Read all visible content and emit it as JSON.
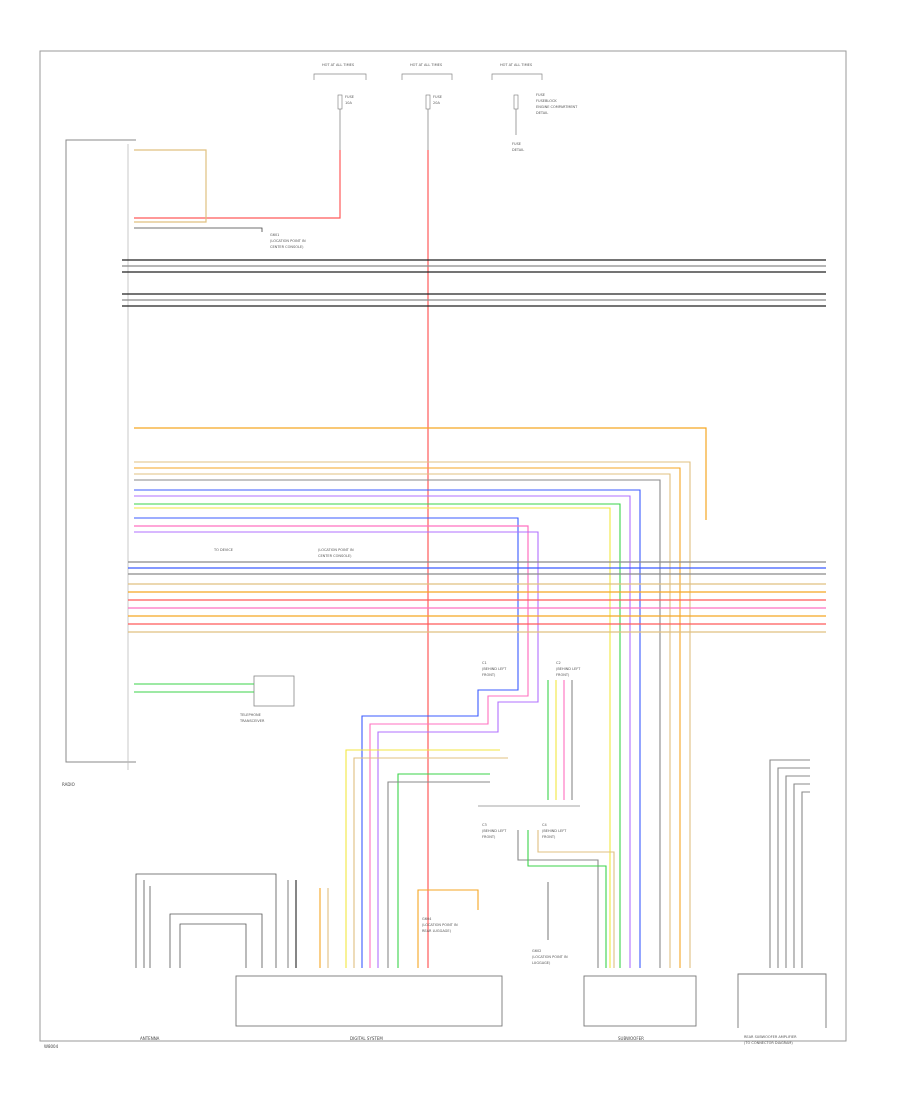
{
  "fuse_boxes": [
    {
      "label": "HOT AT ALL TIMES",
      "lines": [
        "FUSE",
        "10A"
      ]
    },
    {
      "label": "HOT AT ALL TIMES",
      "lines": [
        "FUSE",
        "20A"
      ]
    },
    {
      "label": "HOT AT ALL TIMES",
      "lines": [
        "FUSE",
        "FUSEBLOCK",
        "ENGINE COMPARTMENT",
        "DETAIL"
      ]
    }
  ],
  "fuse_extra": [
    "FUSE",
    "DETAIL"
  ],
  "ground_labels": {
    "upper": [
      "G601",
      "(LOCATION POINT IN",
      "CENTER CONSOLE)"
    ],
    "mid": [
      "TO DEVICE",
      "(LOCATION POINT IN",
      "CENTER CONSOLE)"
    ],
    "amp": [
      "G604",
      "(LOCATION POINT IN",
      "REAR LUGGAGE)"
    ],
    "sub": [
      "G602",
      "(LOCATION POINT IN",
      "LUGGAGE)"
    ]
  },
  "connector_labels": [
    {
      "lines": [
        "C1",
        "(BEHIND LEFT",
        "FRONT)"
      ]
    },
    {
      "lines": [
        "C2",
        "(BEHIND LEFT",
        "FRONT)"
      ]
    },
    {
      "lines": [
        "C3",
        "(BEHIND LEFT",
        "FRONT)"
      ]
    },
    {
      "lines": [
        "C4",
        "(BEHIND LEFT",
        "FRONT)"
      ]
    }
  ],
  "small_box_label": [
    "TELEPHONE",
    "TRANSCEIVER"
  ],
  "components": {
    "radio": "RADIO",
    "antenna": "ANTENNA",
    "amplifier": "DIGITAL SYSTEM",
    "subwoofer": "SUBWOOFER",
    "rear": [
      "REAR SUBWOOFER AMPLIFIER",
      "(TO CONNECTOR DIAGRAM)"
    ]
  },
  "wire_colors": {
    "red": "#ff5a5a",
    "orange": "#f5a623",
    "tan": "#e0c080",
    "blue": "#3b5bff",
    "violet": "#b070ff",
    "green": "#3bd34a",
    "pink": "#ff70c0",
    "yellow": "#f3e640",
    "brown": "#b08050",
    "gray": "#8a8a8a",
    "black": "#222222"
  },
  "footer_code": "W8004"
}
